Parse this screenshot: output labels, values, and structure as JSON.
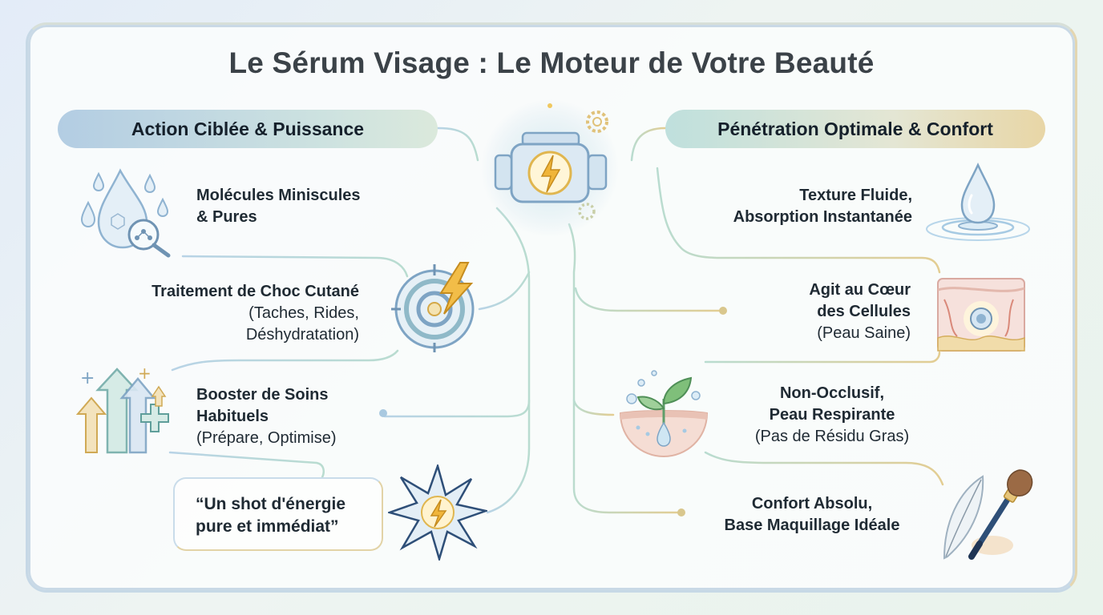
{
  "title": "Le Sérum Visage : Le Moteur de Votre Beauté",
  "left": {
    "header": "Action Ciblée & Puissance",
    "items": [
      {
        "line1": "Molécules Miniscules",
        "line2": "& Pures"
      },
      {
        "title": "Traitement de Choc Cutané",
        "sub1": "(Taches, Rides,",
        "sub2": "Déshydratation)"
      },
      {
        "line1": "Booster de Soins",
        "line2": "Habituels",
        "sub": "(Prépare, Optimise)"
      },
      {
        "quote1": "“Un shot d'énergie",
        "quote2": "pure et immédiat”"
      }
    ]
  },
  "right": {
    "header": "Pénétration Optimale & Confort",
    "items": [
      {
        "line1": "Texture Fluide,",
        "line2": "Absorption Instantanée"
      },
      {
        "line1": "Agit au Cœur",
        "line2": "des Cellules",
        "sub": "(Peau Saine)"
      },
      {
        "line1": "Non-Occlusif,",
        "line2": "Peau Respirante",
        "sub": "(Pas de Résidu Gras)"
      },
      {
        "line1": "Confort Absolu,",
        "line2": "Base Maquillage Idéale"
      }
    ]
  },
  "icons": {
    "center": "engine-lightning-icon",
    "left": [
      "water-drops-molecule-icon",
      "target-lightning-icon",
      "arrows-up-plus-icon",
      "energy-burst-icon"
    ],
    "right": [
      "water-drop-ripple-icon",
      "skin-cell-icon",
      "plant-sprout-skin-icon",
      "feather-brush-icon"
    ]
  },
  "colors": {
    "accent_blue": "#8fb6d6",
    "accent_green": "#a9d4c4",
    "accent_gold": "#e0c27a",
    "lightning": "#f0b53a",
    "text": "#1f2a33"
  }
}
